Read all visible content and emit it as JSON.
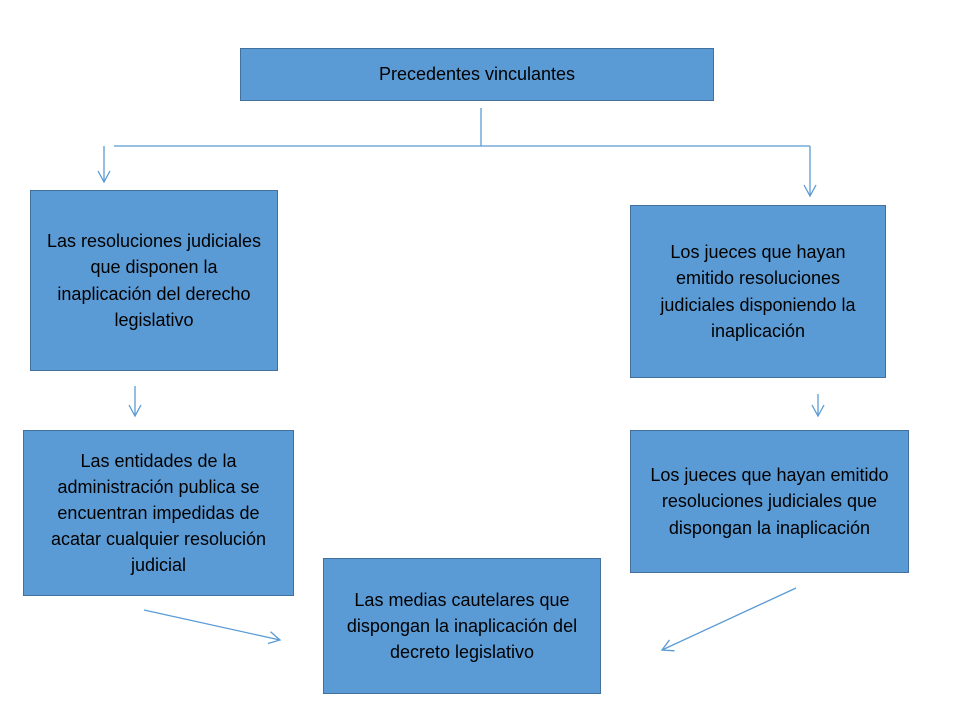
{
  "diagram": {
    "nodes": {
      "root": {
        "text": "Precedentes vinculantes"
      },
      "left_top": {
        "text": "Las resoluciones judiciales que disponen la inaplicación del derecho legislativo"
      },
      "right_top": {
        "text": "Los jueces que hayan emitido resoluciones judiciales disponiendo la inaplicación"
      },
      "left_bottom": {
        "text": "Las entidades de la administración publica se encuentran impedidas de acatar cualquier resolución judicial"
      },
      "right_bottom": {
        "text": "Los jueces que hayan emitido resoluciones judiciales que dispongan la inaplicación"
      },
      "center_bottom": {
        "text": "Las medias cautelares que dispongan la inaplicación del decreto legislativo"
      }
    },
    "colors": {
      "box_fill": "#5b9bd5",
      "box_border": "#41719c",
      "connector": "#5b9bd5",
      "text": "#000000"
    }
  }
}
